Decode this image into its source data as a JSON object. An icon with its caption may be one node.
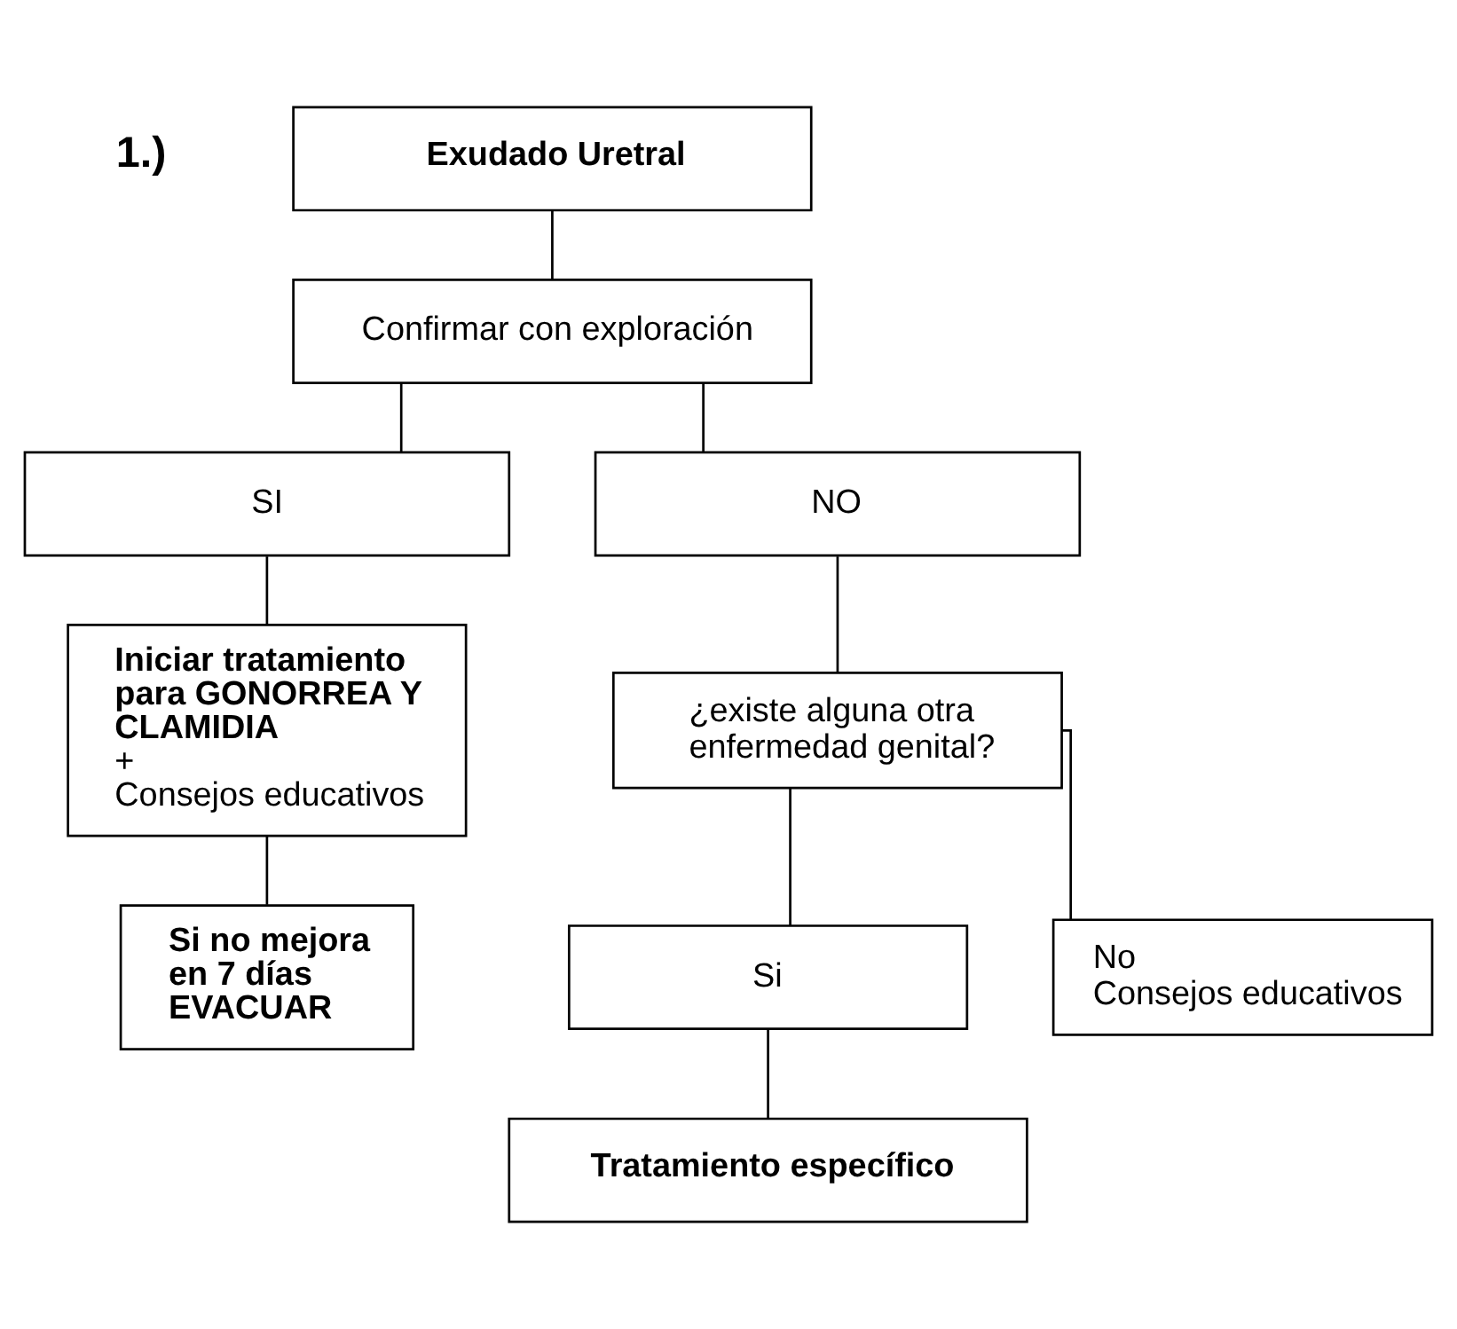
{
  "diagram": {
    "nodes": [
      {
        "text": [
          "Exudado Uretral"
        ]
      },
      {
        "text": [
          "Confirmar con exploración"
        ]
      },
      {
        "text": [
          "SI"
        ]
      },
      {
        "text": [
          "NO"
        ]
      },
      {
        "text": [
          "Iniciar tratamiento para GONORREA Y CLAMIDIA",
          "+",
          "Consejos educativos"
        ]
      },
      {
        "text": [
          "¿existe alguna otra enfermedad genital?"
        ]
      },
      {
        "text": [
          "Si"
        ]
      },
      {
        "text": [
          "No",
          "Consejos educativos"
        ]
      },
      {
        "text": [
          "Si no mejora en 7 días EVACUAR"
        ]
      },
      {
        "text": [
          "Tratamiento específico"
        ]
      }
    ],
    "edges": [
      {
        "from": 0,
        "to": 1,
        "arrow": "none"
      },
      {
        "from": 1,
        "to": 2,
        "arrow": "none"
      },
      {
        "from": 1,
        "to": 3,
        "arrow": "none"
      },
      {
        "from": 2,
        "to": 4,
        "arrow": "none"
      },
      {
        "from": 3,
        "to": 5,
        "arrow": "none"
      },
      {
        "from": 5,
        "to": 6,
        "arrow": "none"
      },
      {
        "from": 5,
        "to": 7,
        "arrow": "none"
      },
      {
        "from": 4,
        "to": 8,
        "arrow": "none"
      },
      {
        "from": 6,
        "to": 9,
        "arrow": "none"
      }
    ],
    "labels": [
      "1.)"
    ]
  }
}
